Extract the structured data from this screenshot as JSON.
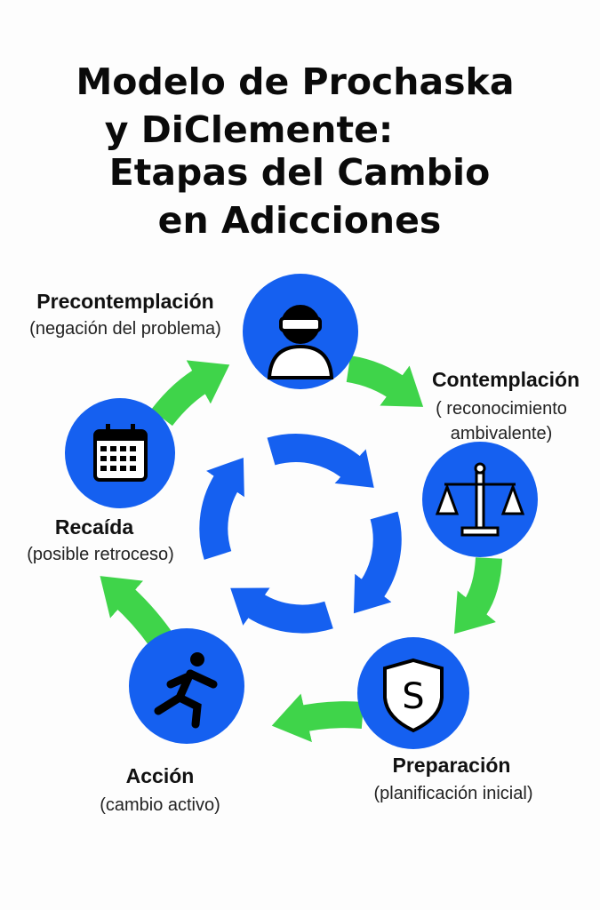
{
  "title": {
    "line1": "Modelo de Prochaska",
    "line2": "y DiClemente:",
    "line3": "Etapas del Cambio",
    "line4": "en Adicciones"
  },
  "colors": {
    "circle": "#1560f0",
    "green_arrow": "#3fd44a",
    "blue_arrow": "#1560f0"
  },
  "stages": [
    {
      "name": "Precontemplación",
      "desc": "(negación del problema)",
      "icon": "person-vr-headset-icon"
    },
    {
      "name": "Contemplación",
      "desc_line1": "( reconocimiento",
      "desc_line2": "ambivalente)",
      "icon": "balance-scale-icon"
    },
    {
      "name": "Preparación",
      "desc": "(planificación inicial)",
      "icon": "shield-icon"
    },
    {
      "name": "Acción",
      "desc": "(cambio activo)",
      "icon": "running-person-icon"
    },
    {
      "name": "Recaída",
      "desc": "(posible retroceso)",
      "icon": "calendar-icon"
    }
  ]
}
